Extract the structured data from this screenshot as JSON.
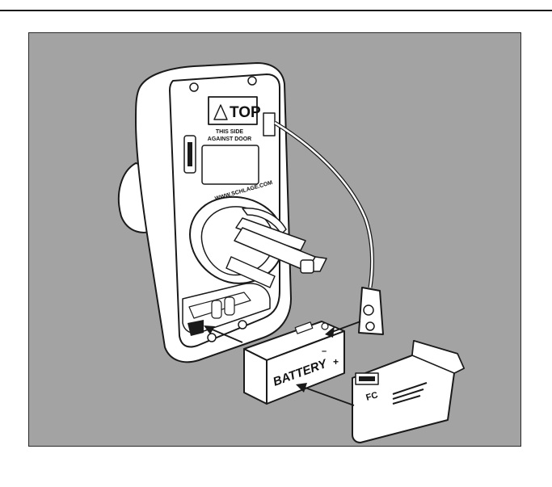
{
  "labels": {
    "top": "TOP",
    "side_line1": "THIS SIDE",
    "side_line2": "AGAINST DOOR",
    "website": "WWW.SCHLAGE.COM",
    "battery": "BATTERY",
    "minus": "–",
    "plus": "+",
    "cover_mark": "FC"
  },
  "colors": {
    "background": "#a3a3a3",
    "part_fill": "#ffffff",
    "line": "#1a1a1a"
  }
}
